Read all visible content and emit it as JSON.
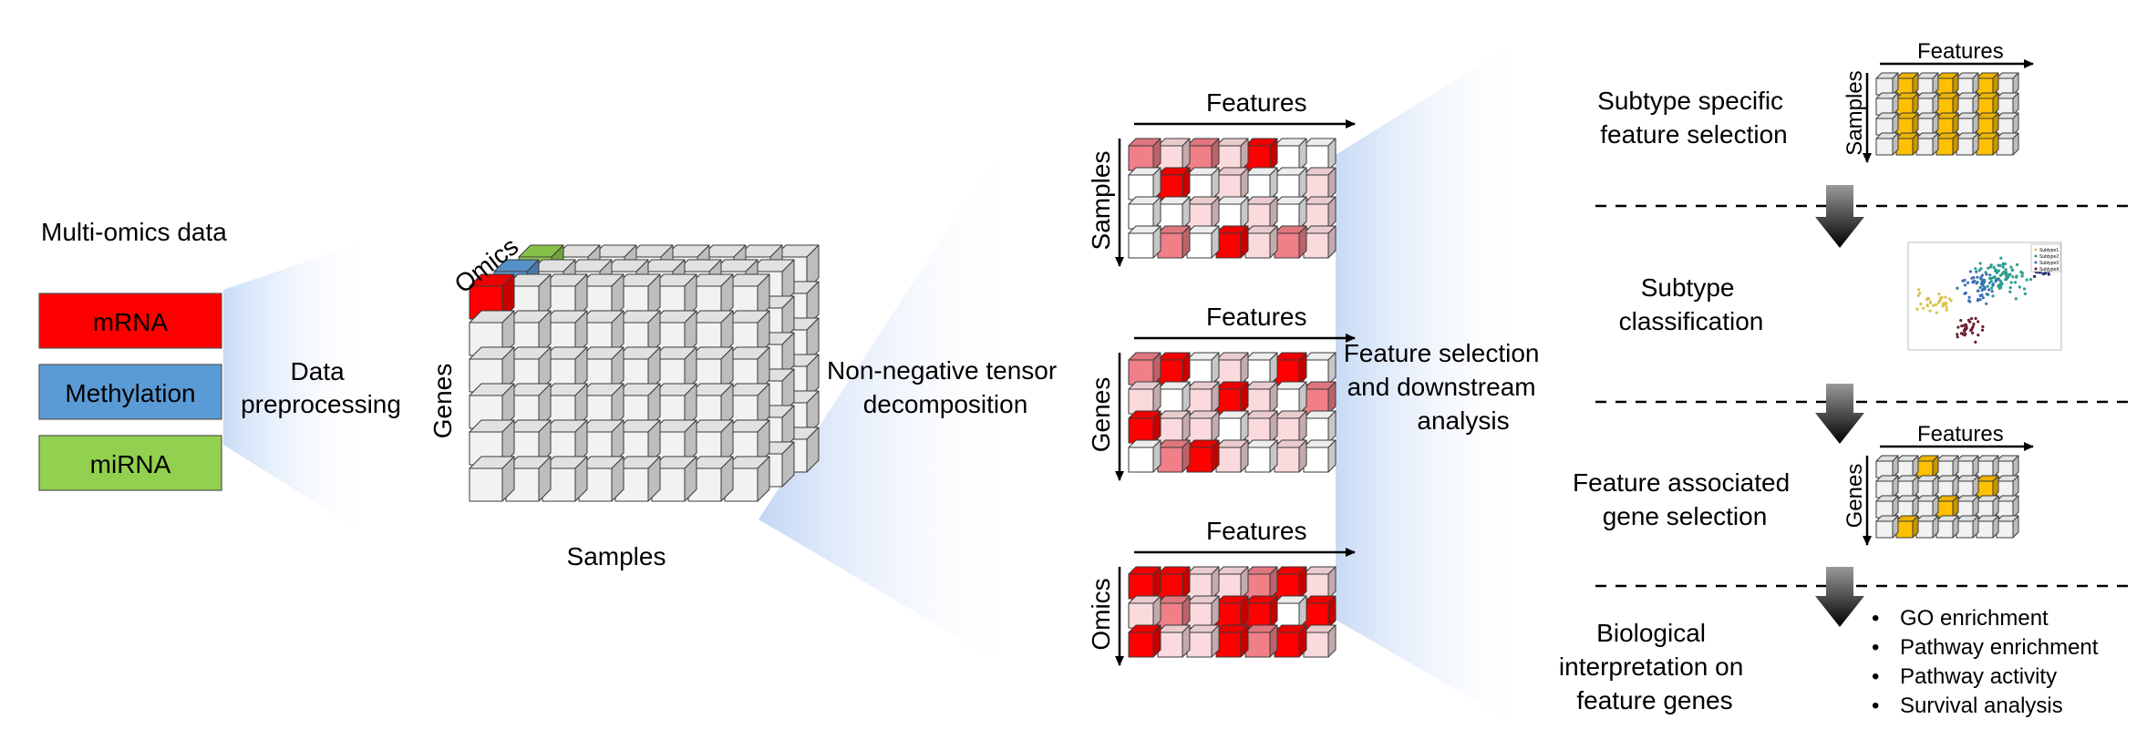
{
  "input": {
    "title": "Multi-omics data",
    "omics": [
      {
        "label": "mRNA",
        "color": "#ff0000"
      },
      {
        "label": "Methylation",
        "color": "#5b9bd5"
      },
      {
        "label": "miRNA",
        "color": "#92d050"
      }
    ]
  },
  "steps": {
    "preprocessing": [
      "Data",
      "preprocessing"
    ],
    "decomposition": [
      "Non-negative tensor",
      "decomposition"
    ],
    "downstream": [
      "Feature selection",
      "and downstream",
      "analysis"
    ]
  },
  "tensor": {
    "axis_omics": "Omics",
    "axis_genes": "Genes",
    "axis_samples": "Samples"
  },
  "factors": [
    {
      "top_label": "Features",
      "side_label": "Samples",
      "grid": [
        [
          3,
          2,
          3,
          2,
          4,
          1,
          1
        ],
        [
          1,
          4,
          1,
          2,
          1,
          1,
          2
        ],
        [
          1,
          1,
          2,
          1,
          2,
          1,
          2
        ],
        [
          1,
          3,
          1,
          4,
          2,
          3,
          2
        ]
      ]
    },
    {
      "top_label": "Features",
      "side_label": "Genes",
      "grid": [
        [
          3,
          4,
          1,
          2,
          1,
          4,
          1
        ],
        [
          2,
          1,
          2,
          4,
          2,
          1,
          3
        ],
        [
          4,
          2,
          2,
          1,
          2,
          2,
          1
        ],
        [
          1,
          3,
          4,
          2,
          1,
          2,
          1
        ]
      ]
    },
    {
      "top_label": "Features",
      "side_label": "Omics",
      "grid": [
        [
          4,
          4,
          2,
          2,
          3,
          4,
          2
        ],
        [
          2,
          3,
          2,
          4,
          4,
          1,
          4
        ],
        [
          4,
          2,
          2,
          4,
          3,
          4,
          2
        ]
      ]
    }
  ],
  "factor_colors": [
    "#ffffff",
    "#fadadd",
    "#f07f87",
    "#ff0000"
  ],
  "highlight_color": "#ffc000",
  "analysis": {
    "subtype_feature": {
      "label": [
        "Subtype specific",
        "feature selection"
      ],
      "top_label": "Features",
      "side_label": "Samples",
      "highlight_cols": [
        1,
        3,
        5
      ]
    },
    "classification": {
      "label": [
        "Subtype",
        "classification"
      ],
      "legend": [
        "Subtype1",
        "Subtype2",
        "Subtype3",
        "Subtype4"
      ]
    },
    "gene_selection": {
      "label": [
        "Feature associated",
        "gene selection"
      ],
      "top_label": "Features",
      "side_label": "Genes",
      "highlight_cells": [
        [
          0,
          2
        ],
        [
          1,
          5
        ],
        [
          2,
          3
        ],
        [
          3,
          1
        ]
      ]
    },
    "interpretation": {
      "label": [
        "Biological",
        "interpretation on",
        "feature genes"
      ],
      "bullets": [
        "GO enrichment",
        "Pathway enrichment",
        "Pathway activity",
        "Survival analysis"
      ]
    }
  }
}
